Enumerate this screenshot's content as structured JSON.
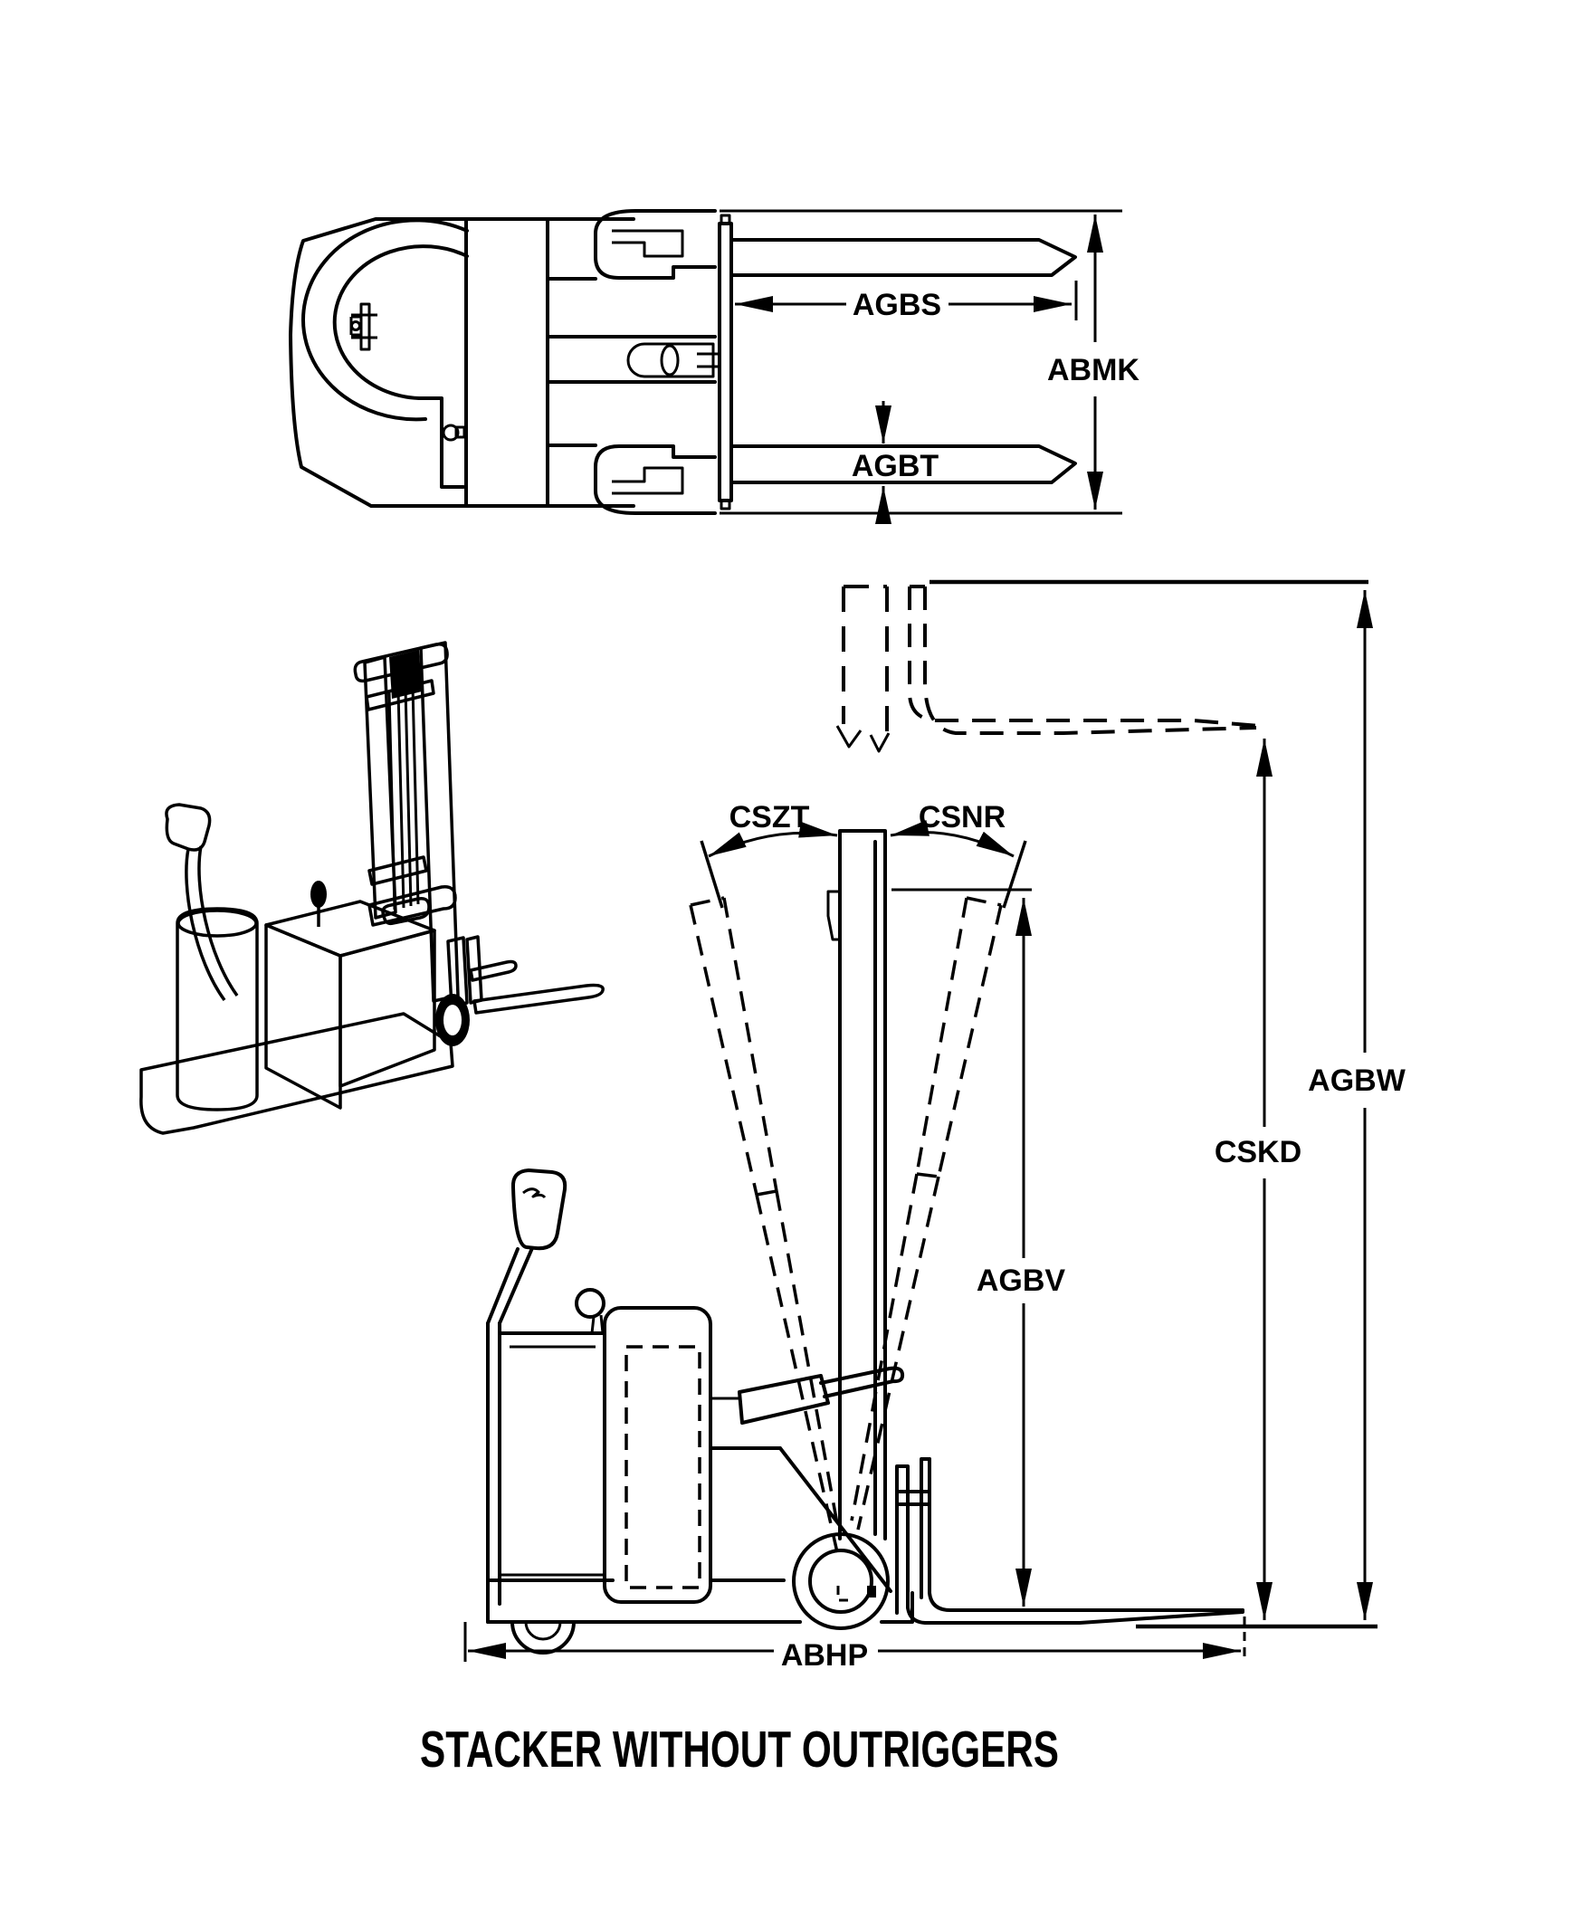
{
  "title": "STACKER WITHOUT OUTRIGGERS",
  "colors": {
    "ink": "#000000",
    "paper": "#ffffff"
  },
  "dims": {
    "agbs": "AGBS",
    "abmk": "ABMK",
    "agbt": "AGBT",
    "cszt": "CSZT",
    "csnr": "CSNR",
    "agbw": "AGBW",
    "cskd": "CSKD",
    "agbv": "AGBV",
    "abhp": "ABHP"
  }
}
